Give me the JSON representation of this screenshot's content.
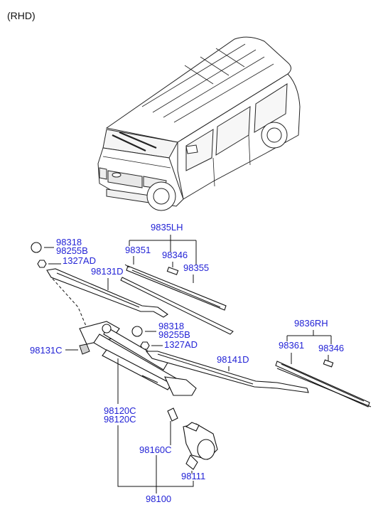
{
  "header": {
    "label": "(RHD)"
  },
  "parts": {
    "p9835lh": "9835LH",
    "p98351": "98351",
    "p98346a": "98346",
    "p98355": "98355",
    "p98318a": "98318",
    "p98255ba": "98255B",
    "p1327ada": "1327AD",
    "p98131d": "98131D",
    "p98318b": "98318",
    "p98255bb": "98255B",
    "p1327adb": "1327AD",
    "p98131c": "98131C",
    "p98141d": "98141D",
    "p9836rh": "9836RH",
    "p98361": "98361",
    "p98346b": "98346",
    "p98120c1": "98120C",
    "p98120c2": "98120C",
    "p98160c": "98160C",
    "p98111": "98111",
    "p98100": "98100"
  },
  "colors": {
    "part_number": "#2323d6",
    "line": "#111111"
  }
}
